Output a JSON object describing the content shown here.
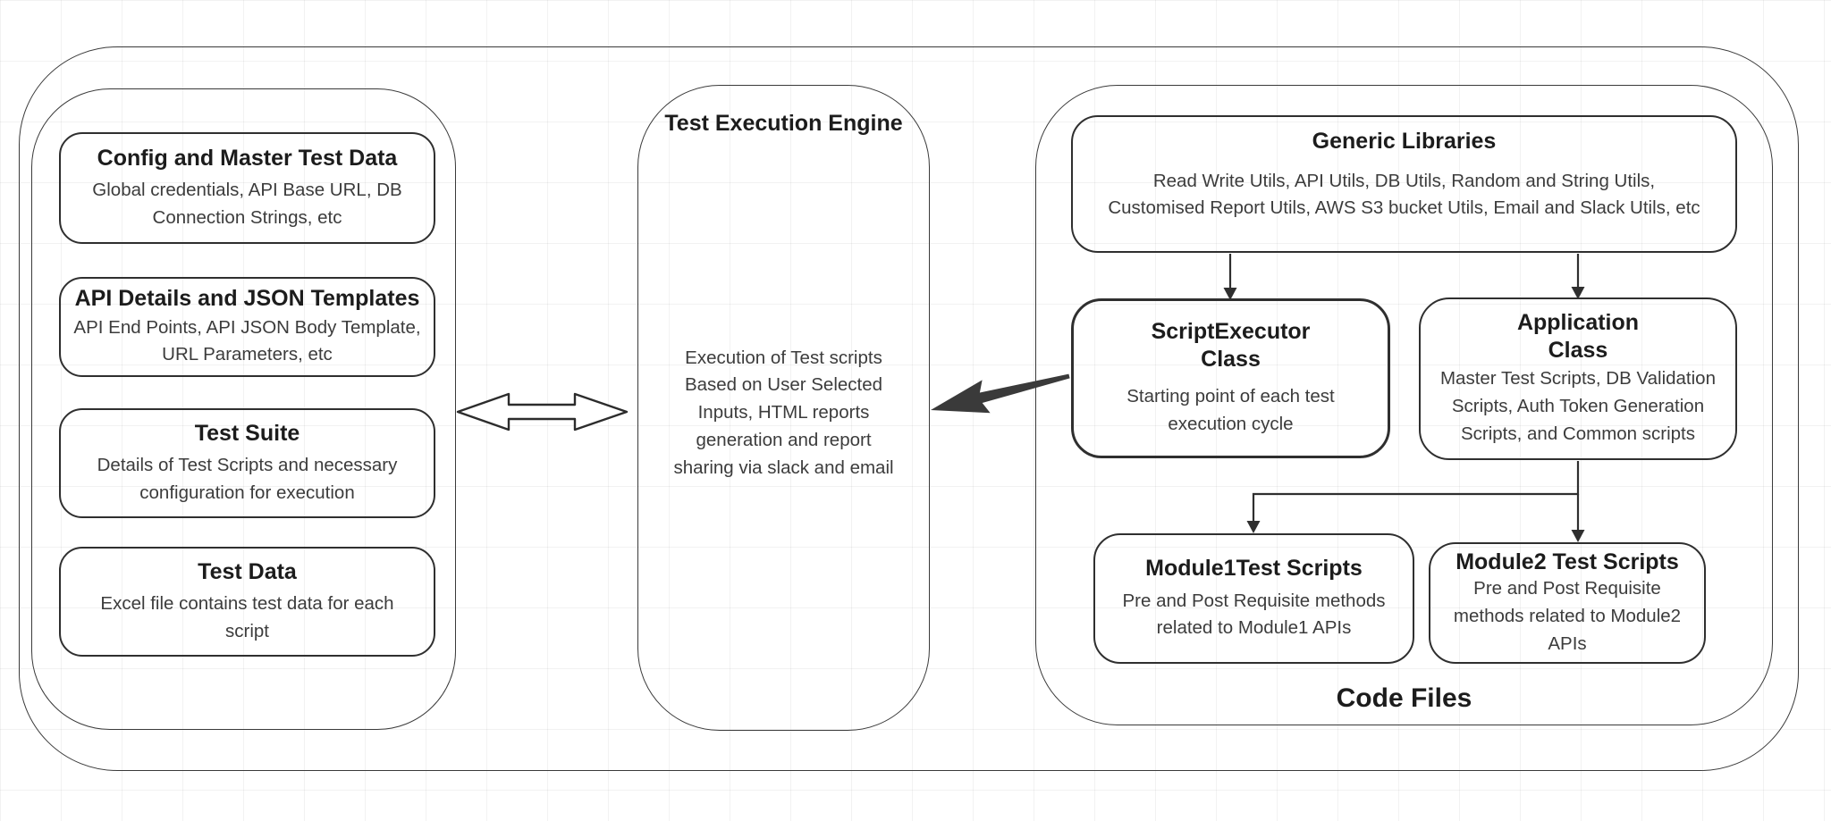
{
  "diagram": {
    "colors": {
      "line": "#2f2f2f",
      "title_text": "#1c1c1c",
      "body_text": "#3c3c3c",
      "background": "#ffffff"
    },
    "left_panel": {
      "boxes": [
        {
          "title": "Config and Master Test Data",
          "body": "Global credentials, API Base URL, DB\nConnection Strings, etc"
        },
        {
          "title": "API Details and JSON Templates",
          "body": "API End Points, API JSON Body Template,\nURL Parameters, etc"
        },
        {
          "title": "Test Suite",
          "body": "Details of Test Scripts and necessary\nconfiguration for execution"
        },
        {
          "title": "Test Data",
          "body": "Excel file contains test data for each\nscript"
        }
      ]
    },
    "engine": {
      "title": "Test Execution Engine",
      "body": "Execution of Test scripts\nBased on User Selected\nInputs, HTML reports\ngeneration and report\nsharing via slack and email"
    },
    "code_files": {
      "label": "Code Files",
      "generic_libraries": {
        "title": "Generic Libraries",
        "body": "Read Write Utils, API Utils, DB Utils, Random and String Utils,\nCustomised Report Utils, AWS S3 bucket Utils, Email and Slack Utils, etc"
      },
      "script_executor": {
        "title": "ScriptExecutor\nClass",
        "body": "Starting point of each test\nexecution cycle"
      },
      "application": {
        "title": "Application\nClass",
        "body": "Master Test Scripts, DB Validation\nScripts, Auth Token Generation\nScripts, and Common scripts"
      },
      "module1": {
        "title": "Module1Test Scripts",
        "body": "Pre and Post Requisite methods\nrelated to Module1 APIs"
      },
      "module2": {
        "title": "Module2 Test Scripts",
        "body": "Pre and Post Requisite\nmethods related to Module2\nAPIs"
      }
    }
  }
}
